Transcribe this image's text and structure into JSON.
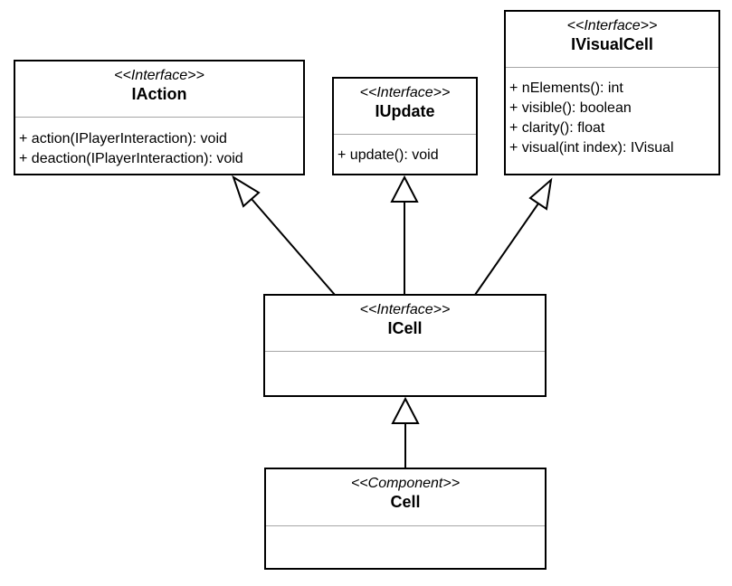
{
  "classes": {
    "iaction": {
      "stereotype": "<<Interface>>",
      "name": "IAction",
      "operations": [
        "+ action(IPlayerInteraction): void",
        "+ deaction(IPlayerInteraction): void"
      ]
    },
    "iupdate": {
      "stereotype": "<<Interface>>",
      "name": "IUpdate",
      "operations": [
        "+ update(): void"
      ]
    },
    "ivisualcell": {
      "stereotype": "<<Interface>>",
      "name": "IVisualCell",
      "operations": [
        "+ nElements(): int",
        "+ visible(): boolean",
        "+ clarity(): float",
        "+ visual(int index): IVisual"
      ]
    },
    "icell": {
      "stereotype": "<<Interface>>",
      "name": "ICell",
      "operations": []
    },
    "cell": {
      "stereotype": "<<Component>>",
      "name": "Cell",
      "operations": []
    }
  },
  "relations": [
    {
      "from": "ICell",
      "to": "IAction",
      "type": "generalization"
    },
    {
      "from": "ICell",
      "to": "IUpdate",
      "type": "generalization"
    },
    {
      "from": "ICell",
      "to": "IVisualCell",
      "type": "generalization"
    },
    {
      "from": "Cell",
      "to": "ICell",
      "type": "generalization"
    }
  ]
}
